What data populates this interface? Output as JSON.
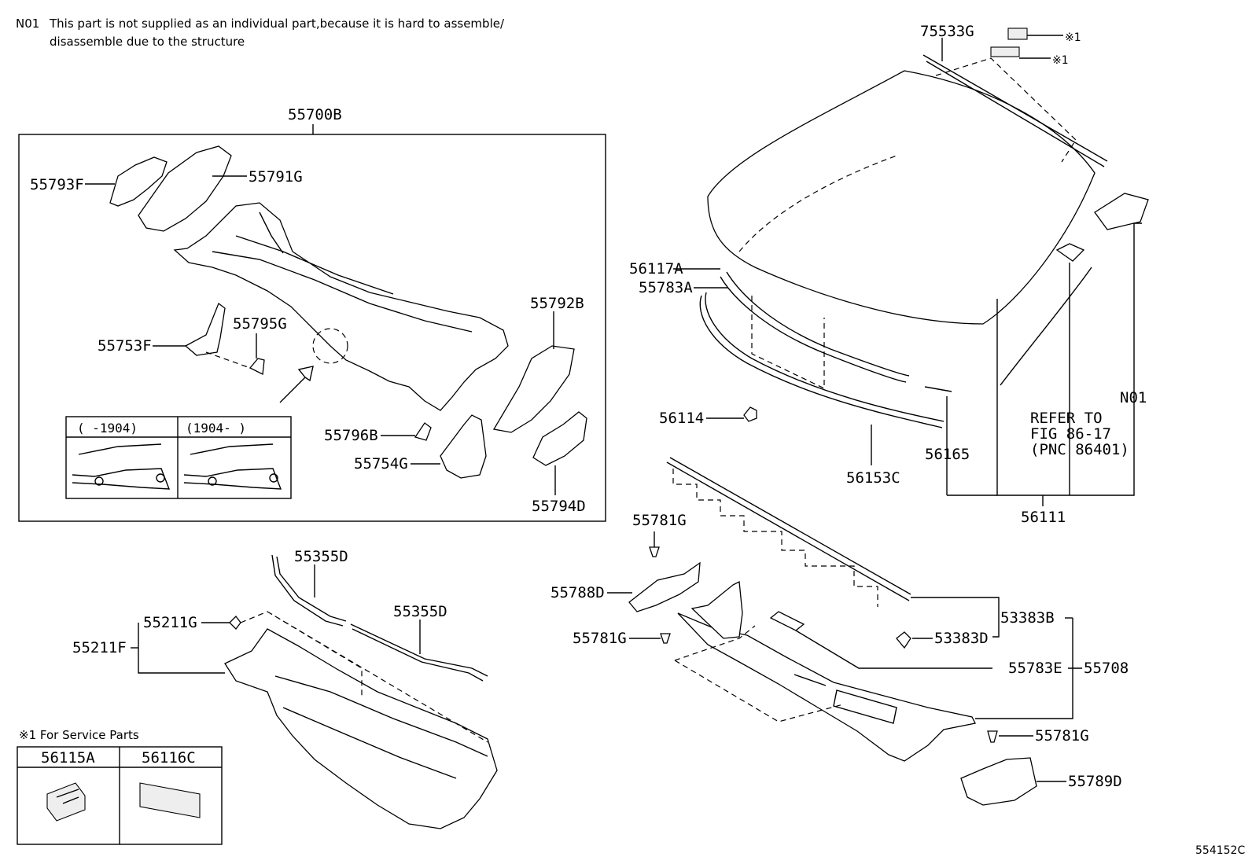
{
  "notes": {
    "n01_code": "N01",
    "n01_line1": "This part is not supplied as an individual part,because it is hard to assemble/",
    "n01_line2": "disassemble due to the structure",
    "service_note": "※1 For Service Parts"
  },
  "labels": {
    "p75533G": "75533G",
    "mark1a": "※1",
    "mark1b": "※1",
    "p55700B": "55700B",
    "p55793F": "55793F",
    "p55791G": "55791G",
    "p55792B": "55792B",
    "p55753F": "55753F",
    "p55795G": "55795G",
    "p55796B": "55796B",
    "p55754G": "55754G",
    "p55794D": "55794D",
    "p56117A": "56117A",
    "p55783A": "55783A",
    "p56114": "56114",
    "p56153C": "56153C",
    "p56165": "56165",
    "p56111": "56111",
    "pN01": "N01",
    "refer1": "REFER TO",
    "refer2": "FIG 86-17",
    "refer3": "(PNC 86401)",
    "p55355D_a": "55355D",
    "p55355D_b": "55355D",
    "p55211G": "55211G",
    "p55211F": "55211F",
    "p55781G_a": "55781G",
    "p55788D": "55788D",
    "p55781G_b": "55781G",
    "p53383B": "53383B",
    "p53383D": "53383D",
    "p55783E": "55783E",
    "p55708": "55708",
    "p55781G_c": "55781G",
    "p55789D": "55789D",
    "p56115A": "56115A",
    "p56116C": "56116C",
    "inset_left": "(   -1904)",
    "inset_right": "(1904-   )",
    "figure_code": "554152C"
  }
}
